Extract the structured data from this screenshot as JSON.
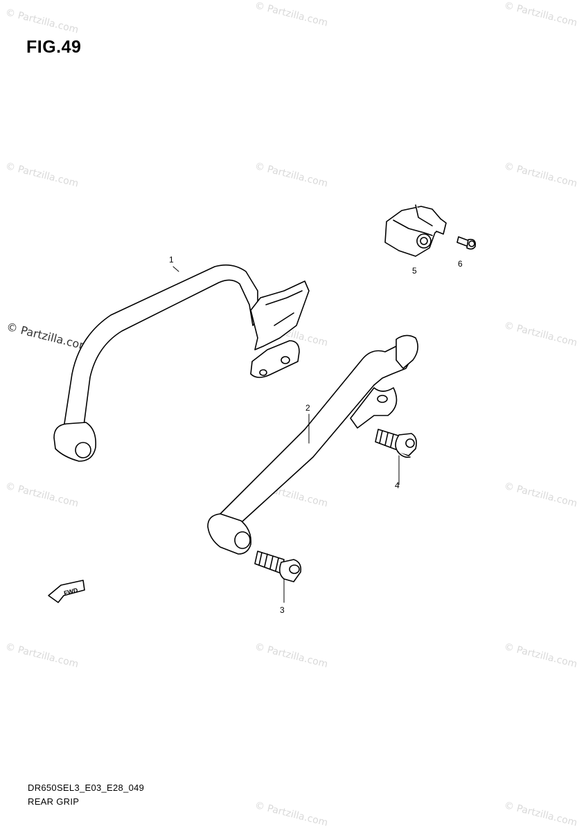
{
  "figure": {
    "title": "FIG.49"
  },
  "callouts": [
    "1",
    "2",
    "3",
    "4",
    "5",
    "6"
  ],
  "watermark": {
    "text": "© Partzilla.com"
  },
  "footer": {
    "code": "DR650SEL3_E03_E28_049",
    "name": "REAR GRIP"
  },
  "fwd_arrow": {
    "label": "FWD"
  }
}
